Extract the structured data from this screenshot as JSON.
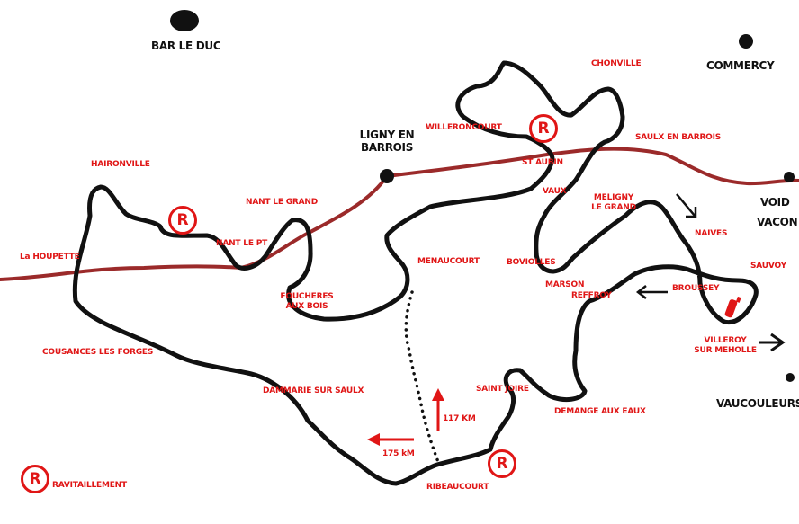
{
  "map": {
    "towns": {
      "bar_le_duc": "BAR LE DUC",
      "commercy": "COMMERCY",
      "ligny_line1": "LIGNY EN",
      "ligny_line2": "BARROIS",
      "void": "VOID",
      "vacon": "VACON",
      "vaucouleurs": "VAUCOULEURS"
    },
    "villages": {
      "chonville": "CHONVILLE",
      "willeroncourt": "WILLERONCOURT",
      "saulx_en_barrois": "SAULX EN BARROIS",
      "st_aubin": "ST AUBIN",
      "haironville": "HAIRONVILLE",
      "nant_le_grand": "NANT LE GRAND",
      "nant_le_pt": "NANT LE PT",
      "vaux": "VAUX",
      "meligny_line1": "MELIGNY",
      "meligny_line2": "LE GRAND",
      "naives": "NAIVES",
      "la_houpette": "La HOUPETTE",
      "menaucourt": "MENAUCOURT",
      "boviolles": "BOVIOLLES",
      "sauvoy": "SAUVOY",
      "fouchere_line1": "FOUCHERES",
      "fouchere_line2": "AUX BOIS",
      "marson": "MARSON",
      "reffroy": "REFFROY",
      "brousset": "BROUSSEY",
      "cousances": "COUSANCES LES FORGES",
      "villeroy_line1": "VILLEROY",
      "villeroy_line2": "SUR MEHOLLE",
      "dammarie": "DAMMARIE SUR SAULX",
      "saint_joire": "SAINT JOIRE",
      "demange": "DEMANGE AUX EAUX",
      "ribeaucourt": "RIBEAUCOURT"
    },
    "distances": {
      "d117": "117 KM",
      "d175": "175 kM"
    },
    "legend": {
      "symbol": "R",
      "label": "RAVITAILLEMENT"
    },
    "refuel_points": [
      "R",
      "R",
      "R"
    ],
    "colors": {
      "route": "#111111",
      "main_road": "#9b2a2a",
      "label_red": "#e01616",
      "town_dot": "#111111"
    }
  }
}
